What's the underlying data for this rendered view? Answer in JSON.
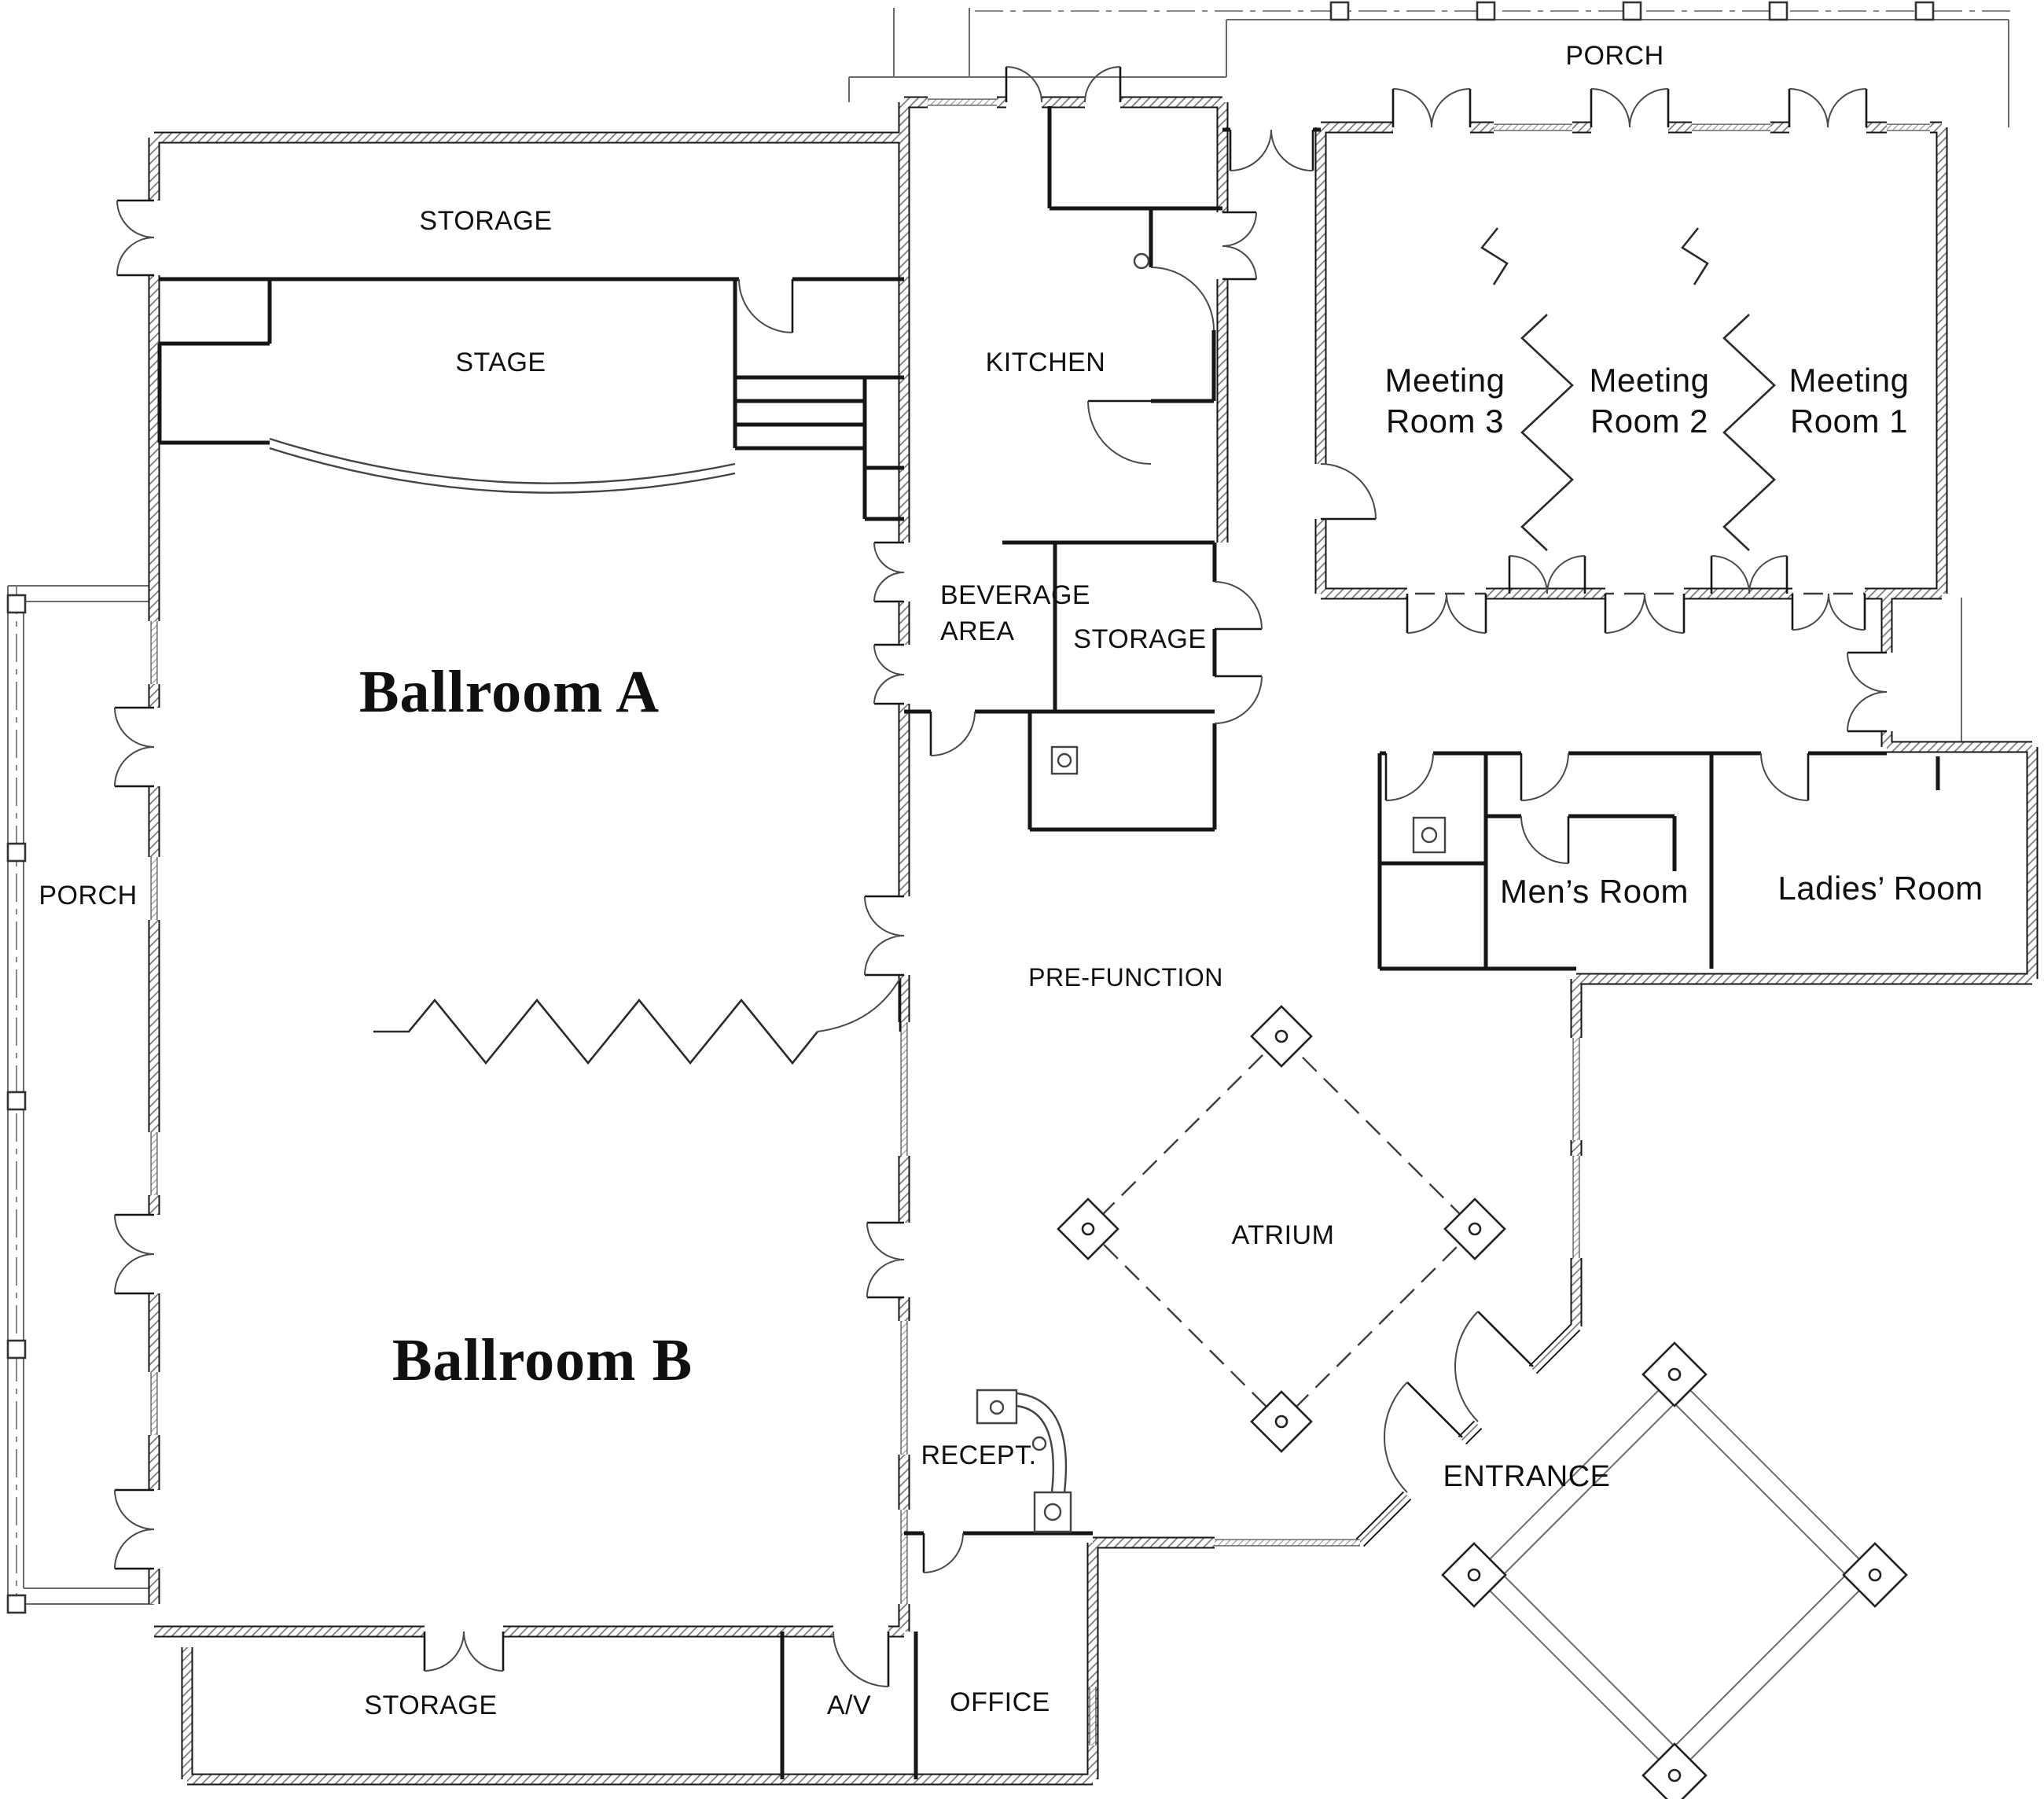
{
  "drawing": {
    "type": "floor-plan",
    "line_color": "#161616",
    "background": "#ffffff"
  },
  "rooms": {
    "storage_top": "STORAGE",
    "stage": "STAGE",
    "ballroom_a": "Ballroom A",
    "ballroom_b": "Ballroom B",
    "porch_left": "PORCH",
    "porch_top": "PORCH",
    "kitchen": "KITCHEN",
    "beverage_line1": "BEVERAGE",
    "beverage_line2": "AREA",
    "storage_mid": "STORAGE",
    "meeting3_line1": "Meeting",
    "meeting3_line2": "Room 3",
    "meeting2_line1": "Meeting",
    "meeting2_line2": "Room 2",
    "meeting1_line1": "Meeting",
    "meeting1_line2": "Room 1",
    "mens_room": "Men’s Room",
    "ladies_room": "Ladies’ Room",
    "pre_function": "PRE-FUNCTION",
    "atrium": "ATRIUM",
    "recept": "RECEPT.",
    "entrance": "ENTRANCE",
    "storage_bottom": "STORAGE",
    "av": "A/V",
    "office": "OFFICE"
  }
}
